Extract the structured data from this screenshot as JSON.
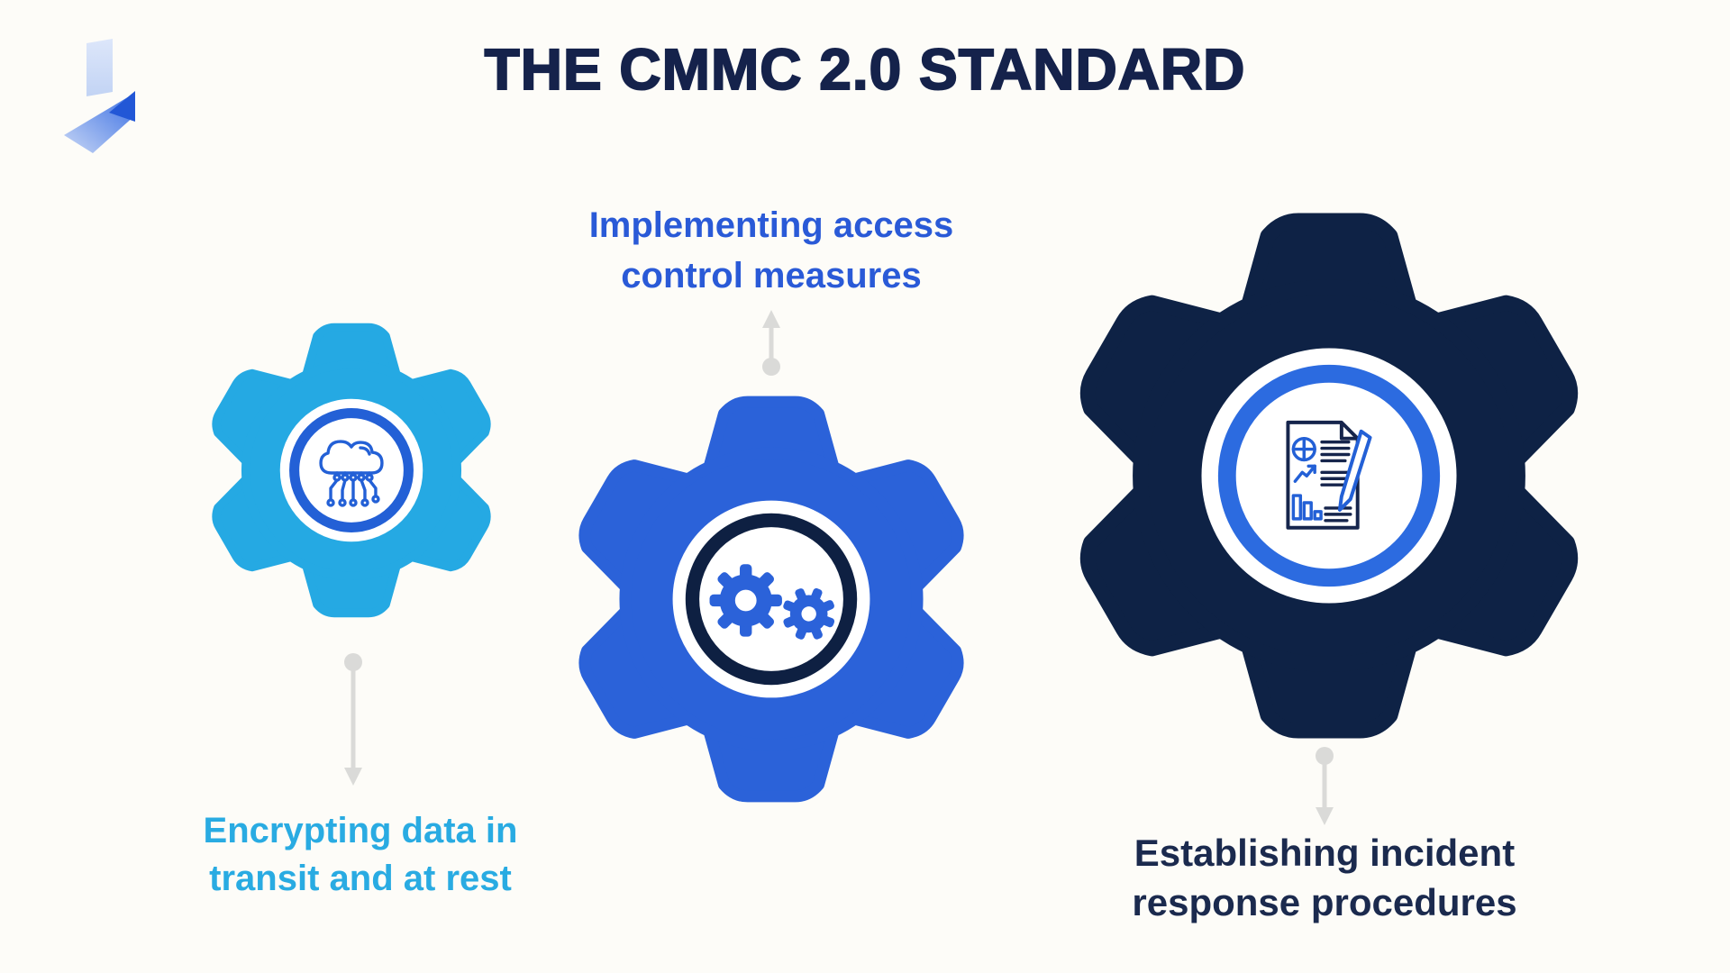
{
  "header": {
    "title": "THE CMMC 2.0 STANDARD",
    "title_color": "#15224B"
  },
  "brand": {
    "logo": "brand-logo",
    "colors": {
      "light_panel": "#CBDAF6",
      "light_panel_top": "#DCE6FA",
      "triangle": "#2257D6",
      "band_from": "#C7D6F5",
      "band_to": "#3A6FE3"
    }
  },
  "connector": {
    "color": "#DADAD8"
  },
  "items": [
    {
      "id": "encrypting-data",
      "lines": [
        "Encrypting data in",
        "transit and at rest"
      ],
      "label_position": "below",
      "icon": "cloud-network-icon",
      "colors": {
        "gear": "#25A9E3",
        "ring": "#2360D6",
        "icon": "#2360D6",
        "text": "#29ABE2"
      }
    },
    {
      "id": "access-control",
      "lines": [
        "Implementing access",
        "control measures"
      ],
      "label_position": "above",
      "icon": "double-gears-icon",
      "colors": {
        "gear": "#2B62D9",
        "ring": "#0E2042",
        "icon": "#2B62D9",
        "text": "#2A5AD7"
      }
    },
    {
      "id": "incident-response",
      "lines": [
        "Establishing incident",
        "response procedures"
      ],
      "label_position": "below",
      "icon": "report-pencil-icon",
      "colors": {
        "gear": "#0E2245",
        "ring": "#2C6BE0",
        "icon_primary": "#16254C",
        "icon_accent": "#2360D6",
        "text": "#1B2A4E"
      }
    }
  ]
}
